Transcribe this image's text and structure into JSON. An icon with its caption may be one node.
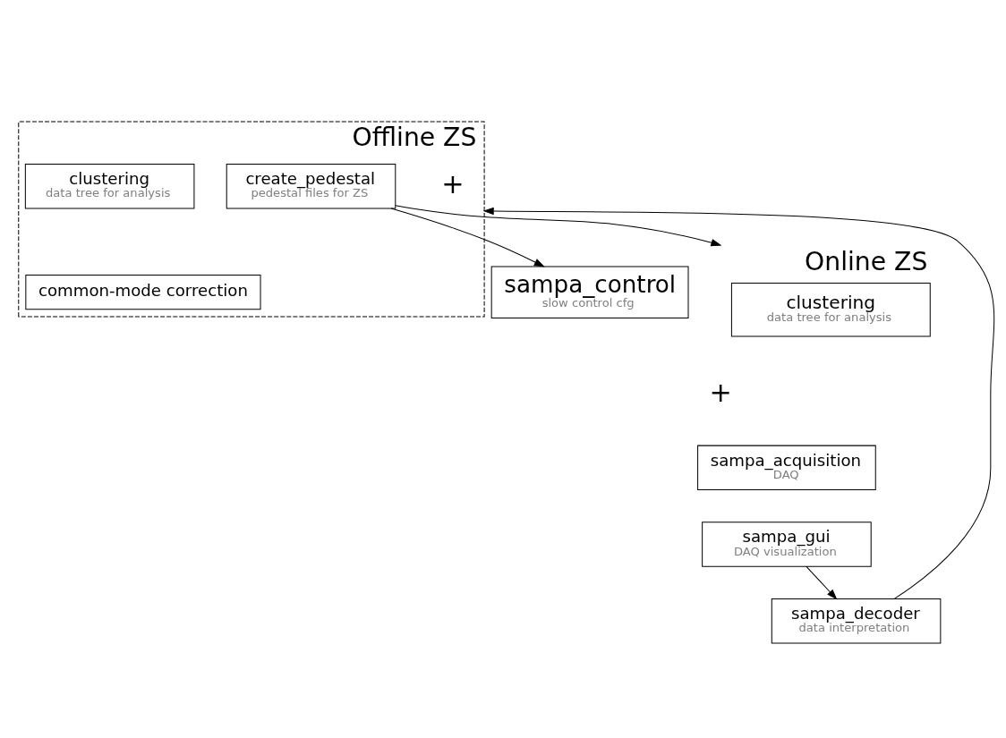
{
  "diagram": {
    "nodes": [
      {
        "text": [
          "sampa_control",
          "slow control cfg"
        ]
      },
      {
        "text": [
          "sampa_acquisition",
          "DAQ"
        ]
      },
      {
        "text": [
          "sampa_gui",
          "DAQ visualization"
        ]
      },
      {
        "text": [
          "sampa_decoder",
          "data interpretation"
        ]
      },
      {
        "text": [
          "Online ZS",
          "clustering",
          "data tree for analysis"
        ]
      },
      {
        "text": [
          "Offline ZS"
        ]
      },
      {
        "text": [
          "create_pedestal",
          "pedestal files for ZS"
        ],
        "in": 5
      },
      {
        "text": [
          "clustering",
          "data tree for analysis"
        ],
        "in": 5
      },
      {
        "text": [
          "common-mode correction"
        ],
        "in": 5
      }
    ],
    "edges": [
      {
        "from": 2,
        "to": 3,
        "arrow": "to"
      },
      {
        "from": 3,
        "to": 5,
        "arrow": "to"
      },
      {
        "from": 6,
        "to": 0,
        "arrow": "to"
      },
      {
        "from": 6,
        "to": 4,
        "arrow": "to"
      }
    ],
    "labels": [
      "+",
      "+"
    ]
  }
}
